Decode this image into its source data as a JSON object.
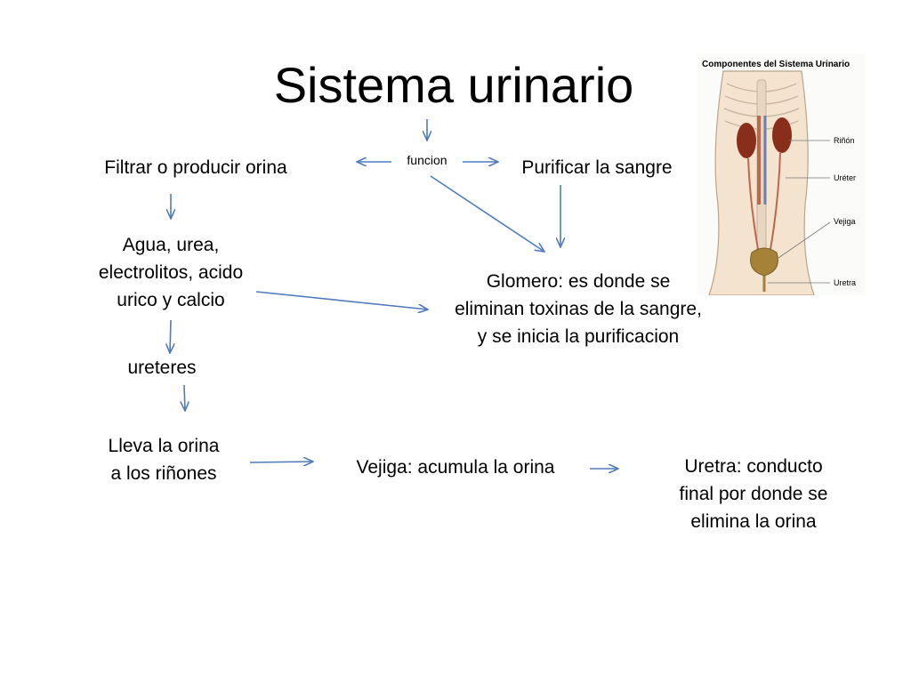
{
  "title": "Sistema urinario",
  "center_label": "funcion",
  "nodes": {
    "filtrar": "Filtrar o  producir orina",
    "purificar": "Purificar la sangre",
    "agua": "Agua, urea,\nelectrolitos, acido\nurico y calcio",
    "glomero": "Glomero: es donde se\neliminan toxinas de la sangre,\ny se inicia la purificacion",
    "ureteres": "ureteres",
    "lleva": "Lleva la orina\na los riñones",
    "vejiga": "Vejiga: acumula la orina",
    "uretra": "Uretra: conducto\nfinal por donde se\nelimina la orina"
  },
  "figure": {
    "title": "Componentes del Sistema Urinario",
    "labels": {
      "rinon": "Riñón",
      "ureter": "Uréter",
      "vejiga": "Vejiga",
      "uretra": "Uretra"
    }
  },
  "colors": {
    "arrow": "#4f7bbd",
    "kidney": "#8a2e1c",
    "organ": "#c0664a",
    "bladder": "#a58237",
    "skin": "#f3e3cf"
  }
}
